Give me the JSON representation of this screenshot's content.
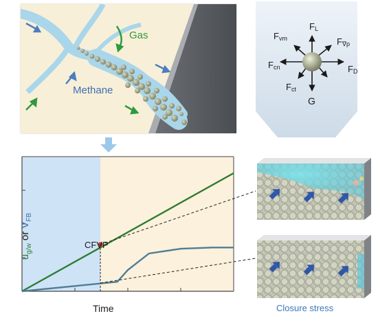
{
  "top_left": {
    "gas_label": "Gas",
    "methane_label": "Methane"
  },
  "forces": {
    "F_vm": "F",
    "F_vm_sub": "vm",
    "F_L": "F",
    "F_L_sub": "L",
    "F_grad": "F",
    "F_grad_sub": "∇p",
    "F_cn": "F",
    "F_cn_sub": "cn",
    "F_D": "F",
    "F_D_sub": "D",
    "F_ct": "F",
    "F_ct_sub": "ct",
    "G": "G"
  },
  "chart": {
    "point_label": "CFVP",
    "xlabel": "Time",
    "ylabel_part1": "u",
    "ylabel_part1_sub": "g/w",
    "ylabel_mid": " or ",
    "ylabel_part2": "V",
    "ylabel_part2_sub": "FB"
  },
  "chart_data": {
    "type": "line",
    "title": "",
    "xlabel": "Time",
    "ylabel": "ug/w or VFB",
    "series": [
      {
        "color": "#2e7d32",
        "x": [
          0,
          1
        ],
        "y": [
          0,
          1
        ]
      },
      {
        "color": "#4f7d95",
        "x": [
          0,
          0.45,
          0.5,
          0.6,
          0.75,
          0.9,
          1
        ],
        "y": [
          0,
          0.08,
          0.18,
          0.32,
          0.36,
          0.37,
          0.37
        ]
      }
    ],
    "colors": {
      "left_region": "#cfe3f7",
      "right_region": "#fbf1dc",
      "marker": "#c0392b"
    }
  },
  "blocks": {
    "closure_label": "Closure stress"
  }
}
